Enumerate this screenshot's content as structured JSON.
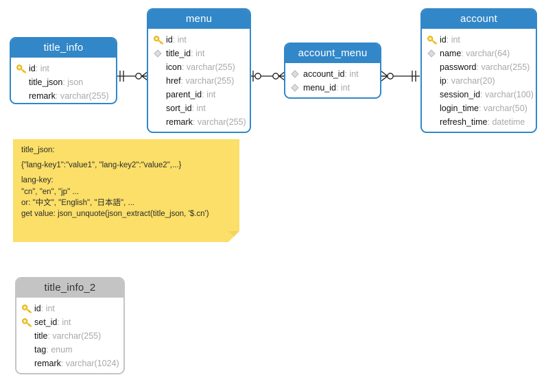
{
  "diagram": {
    "type": "er-diagram",
    "background": "#ffffff",
    "colors": {
      "entity_header_blue": "#3287c8",
      "entity_header_gray": "#c4c4c4",
      "entity_body": "#ffffff",
      "note_yellow": "#fbdf68",
      "pk_icon": "#f5c518",
      "fk_icon": "#c9c9c9",
      "type_text": "#a8a8a8",
      "name_text": "#111111"
    }
  },
  "entities": [
    {
      "id": "title_info",
      "name": "title_info",
      "style": "blue",
      "fields": [
        {
          "icon": "key-icon",
          "name": "id",
          "sep": ": ",
          "type": "int"
        },
        {
          "icon": "none",
          "name": "title_json",
          "sep": ": ",
          "type": "json"
        },
        {
          "icon": "none",
          "name": "remark",
          "sep": ": ",
          "type": "varchar(255)"
        }
      ]
    },
    {
      "id": "menu",
      "name": "menu",
      "style": "blue",
      "fields": [
        {
          "icon": "key-icon",
          "name": "id",
          "sep": ": ",
          "type": "int"
        },
        {
          "icon": "diamond-icon",
          "name": "title_id",
          "sep": ": ",
          "type": "int"
        },
        {
          "icon": "none",
          "name": "icon",
          "sep": ": ",
          "type": "varchar(255)"
        },
        {
          "icon": "none",
          "name": "href",
          "sep": ": ",
          "type": "varchar(255)"
        },
        {
          "icon": "none",
          "name": "parent_id",
          "sep": ": ",
          "type": "int"
        },
        {
          "icon": "none",
          "name": "sort_id",
          "sep": ": ",
          "type": "int"
        },
        {
          "icon": "none",
          "name": "remark",
          "sep": ": ",
          "type": "varchar(255)"
        }
      ]
    },
    {
      "id": "account_menu",
      "name": "account_menu",
      "style": "blue",
      "fields": [
        {
          "icon": "diamond-icon",
          "name": "account_id",
          "sep": ": ",
          "type": "int"
        },
        {
          "icon": "diamond-icon",
          "name": "menu_id",
          "sep": ": ",
          "type": "int"
        }
      ]
    },
    {
      "id": "account",
      "name": "account",
      "style": "blue",
      "fields": [
        {
          "icon": "key-icon",
          "name": "id",
          "sep": ": ",
          "type": "int"
        },
        {
          "icon": "diamond-icon",
          "name": "name",
          "sep": ": ",
          "type": "varchar(64)"
        },
        {
          "icon": "none",
          "name": "password",
          "sep": ": ",
          "type": "varchar(255)"
        },
        {
          "icon": "none",
          "name": "ip",
          "sep": ": ",
          "type": "varchar(20)"
        },
        {
          "icon": "none",
          "name": "session_id",
          "sep": ": ",
          "type": "varchar(100)"
        },
        {
          "icon": "none",
          "name": "login_time",
          "sep": ": ",
          "type": "varchar(50)"
        },
        {
          "icon": "none",
          "name": "refresh_time",
          "sep": ": ",
          "type": "datetime"
        }
      ]
    },
    {
      "id": "title_info_2",
      "name": "title_info_2",
      "style": "gray",
      "fields": [
        {
          "icon": "key-icon",
          "name": "id",
          "sep": ": ",
          "type": "int"
        },
        {
          "icon": "key-icon",
          "name": "set_id",
          "sep": ": ",
          "type": "int"
        },
        {
          "icon": "none",
          "name": "title",
          "sep": ": ",
          "type": "varchar(255)"
        },
        {
          "icon": "none",
          "name": "tag",
          "sep": ": ",
          "type": "enum"
        },
        {
          "icon": "none",
          "name": "remark",
          "sep": ": ",
          "type": "varchar(1024)"
        }
      ]
    }
  ],
  "note": {
    "id": "title_json_note",
    "lines": [
      "title_json:",
      "{\"lang-key1\":\"value1\", \"lang-key2\":\"value2\",...}",
      "lang-key:",
      "\"cn\", \"en\", \"jp\" ...",
      "or: \"中文\", \"English\", \"日本語\", ...",
      "get value: json_unquote(json_extract(title_json, '$.cn')"
    ]
  },
  "relationships": [
    {
      "id": "title_info-menu",
      "from": "title_info",
      "to": "menu",
      "from_cardinality": "one-and-only-one",
      "to_cardinality": "zero-or-many"
    },
    {
      "id": "menu-account_menu",
      "from": "menu",
      "to": "account_menu",
      "from_cardinality": "zero-or-one",
      "to_cardinality": "zero-or-many"
    },
    {
      "id": "account_menu-account",
      "from": "account_menu",
      "to": "account",
      "from_cardinality": "zero-or-many",
      "to_cardinality": "one-and-only-one"
    }
  ]
}
